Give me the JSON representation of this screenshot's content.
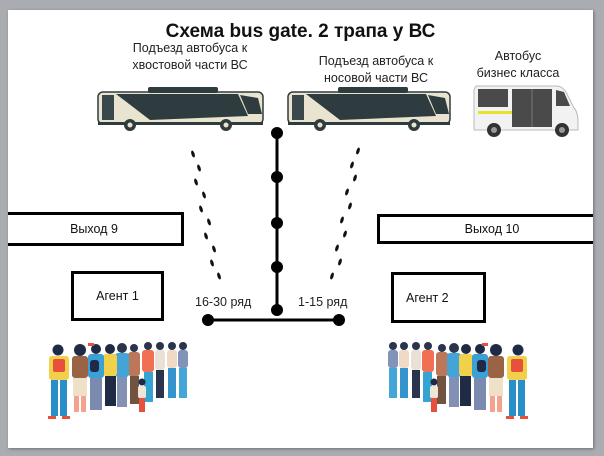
{
  "title": "Схема bus gate. 2 трапа у ВС",
  "buses": [
    {
      "caption_line1": "Подъезд автобуса к",
      "caption_line2": "хвостовой части ВС",
      "type": "apron-bus-icon"
    },
    {
      "caption_line1": "Подъезд автобуса к",
      "caption_line2": "носовой части ВС",
      "type": "apron-bus-icon"
    },
    {
      "caption_line1": "Автобус",
      "caption_line2": "бизнес класса",
      "type": "minibus-icon"
    }
  ],
  "exits": [
    {
      "label": "Выход 9"
    },
    {
      "label": "Выход 10"
    }
  ],
  "agents": [
    {
      "label": "Агент 1"
    },
    {
      "label": "Агент 2"
    }
  ],
  "rows": [
    {
      "label": "16-30 ряд"
    },
    {
      "label": "1-15 ряд"
    }
  ],
  "colors": {
    "bus_body": "#e9e4cf",
    "bus_glass": "#2e3b3f",
    "outline": "#000000",
    "slide_bg": "#ffffff",
    "frame_bg": "#a9acb1"
  }
}
